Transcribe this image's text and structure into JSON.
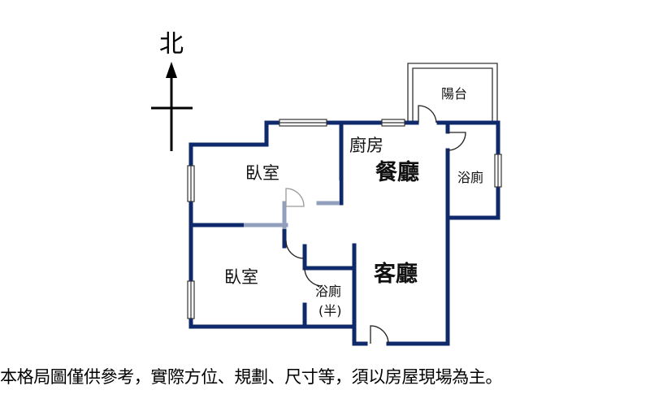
{
  "compass": {
    "north_label": "北"
  },
  "rooms": {
    "bedroom_upper": "臥室",
    "bedroom_lower": "臥室",
    "kitchen": "廚房",
    "dining": "餐廳",
    "living": "客廳",
    "bathroom_main": "浴廁",
    "bathroom_half_line1": "浴廁",
    "bathroom_half_line2": "(半)",
    "balcony": "陽台"
  },
  "disclaimer": "本格局圖僅供參考，實際方位、規劃、尺寸等，須以房屋現場為主。",
  "colors": {
    "wall": "#0f2a6b",
    "text": "#111111",
    "background": "#ffffff"
  }
}
